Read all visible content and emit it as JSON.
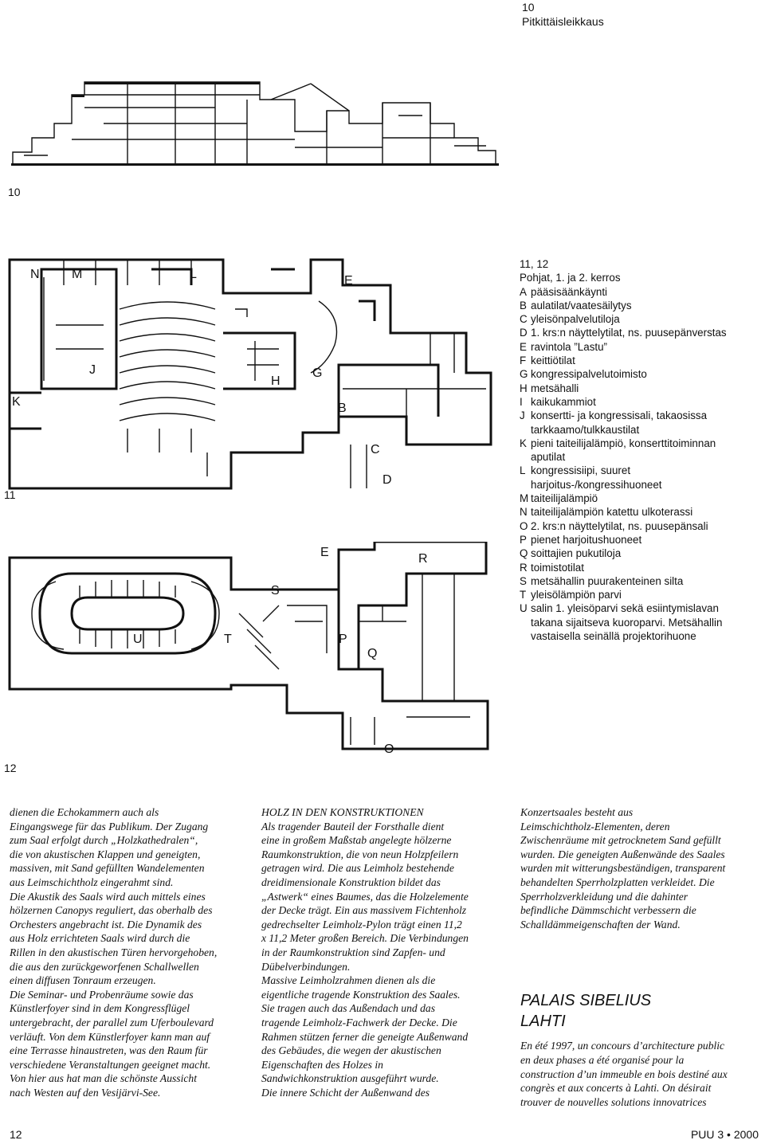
{
  "header": {
    "fig_number": "10",
    "fig_title": "Pitkittäisleikkaus"
  },
  "figures": {
    "section_label": "10",
    "plan1_label": "11",
    "plan2_label": "12"
  },
  "plan_letters": {
    "N": "N",
    "M": "M",
    "L": "L",
    "J": "J",
    "K": "K",
    "H": "H",
    "G": "G",
    "E1": "E",
    "B": "B",
    "C": "C",
    "D": "D",
    "E2": "E",
    "R": "R",
    "S": "S",
    "U": "U",
    "T": "T",
    "P": "P",
    "Q": "Q",
    "O": "O"
  },
  "legend": {
    "title1": "11, 12",
    "title2": "Pohjat, 1. ja 2. kerros",
    "lines": [
      {
        "k": "A",
        "t": "pääsisäänkäynti"
      },
      {
        "k": "B",
        "t": "aulatilat/vaatesäilytys"
      },
      {
        "k": "C",
        "t": "yleisönpalvelutiloja"
      },
      {
        "k": "D",
        "t": "1. krs:n näyttelytilat, ns. puusepänverstas"
      },
      {
        "k": "E",
        "t": "ravintola ”Lastu”"
      },
      {
        "k": "F",
        "t": "keittiötilat"
      },
      {
        "k": "G",
        "t": "kongressipalvelutoimisto"
      },
      {
        "k": "H",
        "t": "metsähalli"
      },
      {
        "k": "I",
        "t": "kaikukammiot"
      },
      {
        "k": "J",
        "t": "konsertti- ja kongressisali, takaosissa"
      },
      {
        "k": "",
        "t": "tarkkaamo/tulkkaustilat"
      },
      {
        "k": "K",
        "t": "pieni taiteilijalämpiö, konserttitoiminnan"
      },
      {
        "k": "",
        "t": "aputilat"
      },
      {
        "k": "L",
        "t": "kongressisiipi, suuret"
      },
      {
        "k": "",
        "t": "harjoitus-/kongressihuoneet"
      },
      {
        "k": "M",
        "t": "taiteilijalämpiö"
      },
      {
        "k": "N",
        "t": "taiteilijalämpiön katettu ulkoterassi"
      },
      {
        "k": "O",
        "t": "2. krs:n näyttelytilat, ns. puusepänsali"
      },
      {
        "k": "P",
        "t": "pienet harjoitushuoneet"
      },
      {
        "k": "Q",
        "t": "soittajien pukutiloja"
      },
      {
        "k": "R",
        "t": "toimistotilat"
      },
      {
        "k": "S",
        "t": "metsähallin puurakenteinen silta"
      },
      {
        "k": "T",
        "t": "yleisölämpiön parvi"
      },
      {
        "k": "U",
        "t": "salin 1. yleisöparvi sekä esiintymislavan"
      },
      {
        "k": "",
        "t": "takana sijaitseva kuoroparvi. Metsähallin"
      },
      {
        "k": "",
        "t": "vastaisella seinällä projektorihuone"
      }
    ]
  },
  "columns": {
    "left": [
      "dienen die Echokammern auch als",
      "Eingangswege für das Publikum. Der Zugang",
      "zum Saal erfolgt durch „Holzkathedralen“,",
      "die von akustischen Klappen und geneigten,",
      "massiven, mit Sand gefüllten Wandelementen",
      "aus Leimschichtholz eingerahmt sind.",
      "Die Akustik des Saals wird auch mittels eines",
      "hölzernen Canopys reguliert, das oberhalb des",
      "Orchesters angebracht ist. Die Dynamik des",
      "aus Holz errichteten Saals wird durch die",
      "Rillen in den akustischen Türen hervorgehoben,",
      "die aus den zurückgeworfenen Schallwellen",
      "einen diffusen Tonraum erzeugen.",
      "Die Seminar- und Probenräume sowie das",
      "Künstlerfoyer sind in dem Kongressflügel",
      "untergebracht, der parallel zum Uferboulevard",
      "verläuft. Von dem Künstlerfoyer kann man auf",
      "eine Terrasse hinaustreten, was den Raum für",
      "verschiedene Veranstaltungen geeignet macht.",
      "Von hier aus hat man die schönste Aussicht",
      "nach Westen auf den Vesijärvi-See."
    ],
    "middle": [
      "HOLZ IN DEN KONSTRUKTIONEN",
      "Als tragender Bauteil der Forsthalle dient",
      "eine in großem Maßstab angelegte hölzerne",
      "Raumkonstruktion, die von neun Holzpfeilern",
      "getragen wird. Die aus Leimholz bestehende",
      "dreidimensionale Konstruktion bildet das",
      "„Astwerk“ eines Baumes, das die Holzelemente",
      "der Decke trägt. Ein aus massivem Fichtenholz",
      "gedrechselter Leimholz-Pylon trägt einen 11,2",
      "x 11,2 Meter großen Bereich. Die Verbindungen",
      "in der Raumkonstruktion sind Zapfen- und",
      "Dübelverbindungen.",
      "Massive Leimholzrahmen dienen als die",
      "eigentliche tragende Konstruktion des Saales.",
      "Sie tragen auch das Außendach und das",
      "tragende Leimholz-Fachwerk der Decke. Die",
      "Rahmen stützen ferner die geneigte Außenwand",
      "des Gebäudes, die wegen der akustischen",
      "Eigenschaften des Holzes in",
      "Sandwichkonstruktion ausgeführt wurde.",
      "Die innere Schicht der Außenwand des"
    ],
    "right_top": [
      "Konzertsaales besteht aus",
      "Leimschichtholz-Elementen, deren",
      "Zwischenräume mit getrocknetem Sand gefüllt",
      "wurden. Die geneigten Außenwände des Saales",
      "wurden mit witterungsbeständigen, transparent",
      "behandelten Sperrholzplatten verkleidet. Die",
      "Sperrholzverkleidung und die dahinter",
      "befindliche Dämmschicht verbessern die",
      "Schalldämmeigenschaften der Wand."
    ],
    "right_heading1": "PALAIS SIBELIUS",
    "right_heading2": "LAHTI",
    "right_bottom": [
      "En été 1997, un concours d’architecture public",
      "en deux phases a été organisé pour la",
      "construction d’un immeuble en bois destiné aux",
      "congrès et aux concerts à Lahti. On désirait",
      "trouver de nouvelles solutions innovatrices"
    ]
  },
  "footer": {
    "page_number": "12",
    "journal": "PUU 3 • 2000"
  }
}
